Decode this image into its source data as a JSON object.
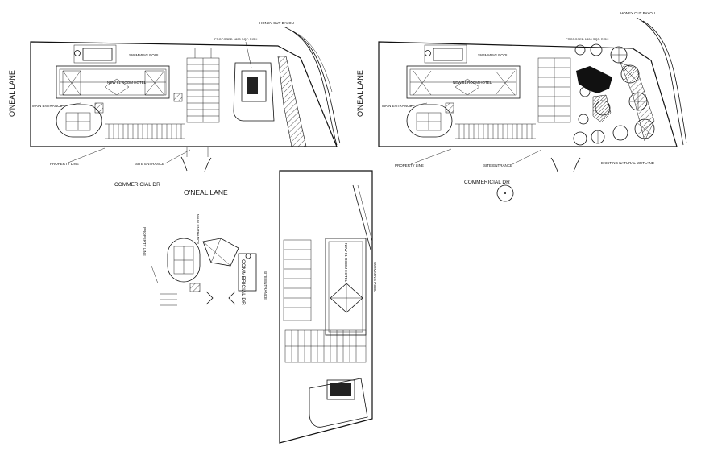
{
  "labels": {
    "oneal_lane_left": "O'NEAL LANE",
    "oneal_lane_right": "O'NEAL LANE",
    "oneal_lane_bottom": "O'NEAL LANE",
    "commercial_dr_left": "COMMERICIAL DR",
    "commercial_dr_right": "COMMERICIAL DR",
    "commercial_dr_rot": "COMMERICIAL DR",
    "honey_cut_bayou_left": "HONEY CUT BAYOU",
    "honey_cut_bayou_right": "HONEY CUT BAYOU",
    "swimming_pool_left": "SWIMMING POOL",
    "swimming_pool_right": "SWIMMING POOL",
    "swimming_pool_rot": "SWIMMING POOL",
    "hotel_left": "NEW 81 ROOM HOTEL",
    "hotel_right": "NEW 81 ROOM HOTEL",
    "hotel_rot": "NEW 81 ROOM HOTEL",
    "main_entrance_left": "MAIN ENTRANCE",
    "main_entrance_right": "MAIN ENTRANCE",
    "main_entrance_rot": "MAIN ENTRANCE",
    "property_line_left": "PROPERTY LINE",
    "property_line_right": "PROPERTY LINE",
    "property_line_rot": "PROPERTY LINE",
    "site_entrance_left": "SITE ENTRANCE",
    "site_entrance_right": "SITE ENTRANCE",
    "site_entrance_rot": "SITE ENTRANCE",
    "proposed_left": "PROPOSED 1800 SQF. RISH",
    "proposed_right": "PROPOSED 1800 SQF. RISH",
    "existing_wetland": "EXISTING NATURAL WETLAND"
  }
}
